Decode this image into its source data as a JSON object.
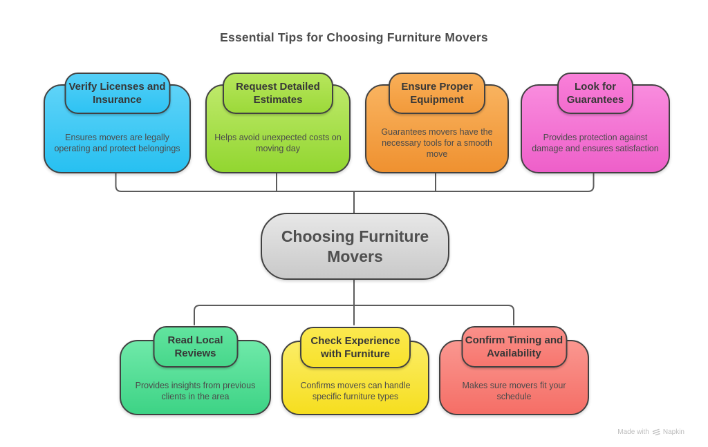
{
  "title": "Essential Tips for Choosing Furniture Movers",
  "center_node": {
    "label": "Choosing Furniture Movers",
    "fill": "#D8D8D8",
    "border": "#414141"
  },
  "nodes": [
    {
      "title": "Verify Licenses and Insurance",
      "description": "Ensures movers are legally operating and protect belongings",
      "color": "#35C5F2"
    },
    {
      "title": "Request Detailed Estimates",
      "description": "Helps avoid unexpected costs on moving day",
      "color": "#A3DC43"
    },
    {
      "title": "Ensure Proper Equipment",
      "description": "Guarantees movers have the necessary tools for a smooth move",
      "color": "#F5A145"
    },
    {
      "title": "Look for Guarantees",
      "description": "Provides protection against damage and ensures satisfaction",
      "color": "#F472D0"
    },
    {
      "title": "Read Local Reviews",
      "description": "Provides insights from previous clients in the area",
      "color": "#52DD93"
    },
    {
      "title": "Check Experience with Furniture",
      "description": "Confirms movers can handle specific furniture types",
      "color": "#F9E434"
    },
    {
      "title": "Confirm Timing and Availability",
      "description": "Makes sure movers fit your schedule",
      "color": "#F8817A"
    }
  ],
  "connector_color": "#5b5b5b",
  "watermark": {
    "text": "Made with",
    "brand": "Napkin"
  }
}
